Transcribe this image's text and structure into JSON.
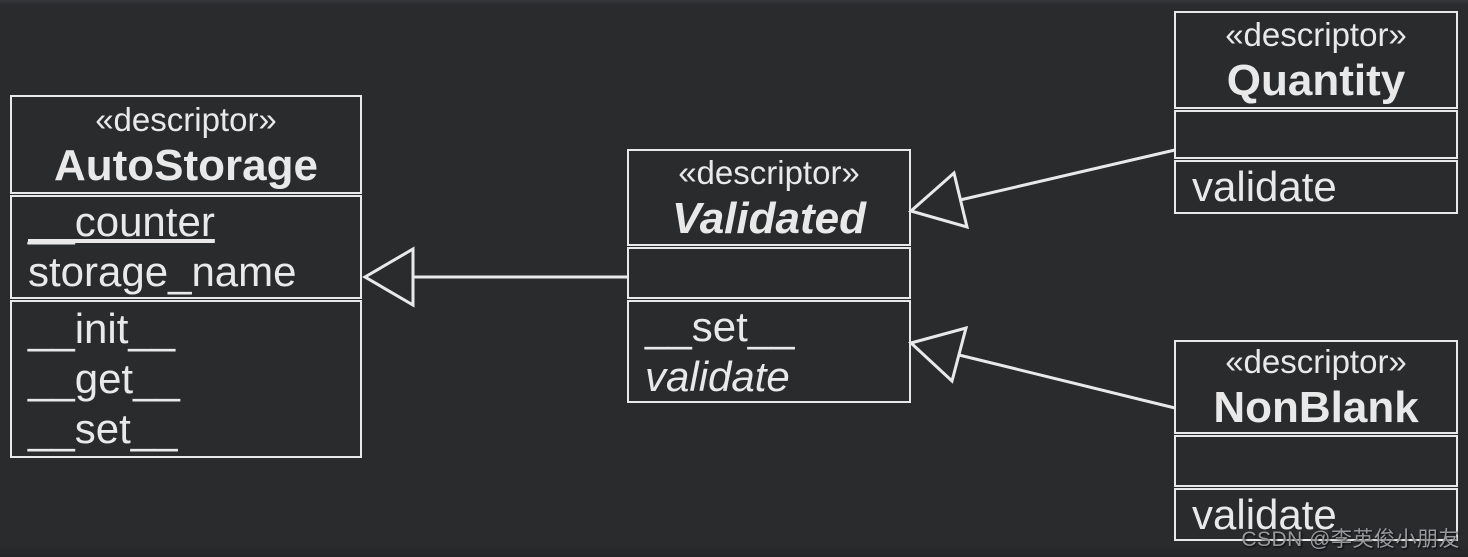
{
  "diagram": {
    "type": "uml-class-diagram",
    "background_color": "#292b2d",
    "line_color": "#e9e9e9",
    "text_color": "#e9e9e9"
  },
  "classes": [
    {
      "key": "autostorage",
      "stereotype": "«descriptor»",
      "name": "AutoStorage",
      "abstract": false,
      "attributes": [
        {
          "text": "__counter",
          "underline": true
        },
        {
          "text": "storage_name",
          "underline": false
        }
      ],
      "methods": [
        {
          "text": "__init__",
          "italic": false
        },
        {
          "text": "__get__",
          "italic": false
        },
        {
          "text": "__set__",
          "italic": false
        }
      ]
    },
    {
      "key": "validated",
      "stereotype": "«descriptor»",
      "name": "Validated",
      "abstract": true,
      "attributes": [],
      "methods": [
        {
          "text": "__set__",
          "italic": false
        },
        {
          "text": "validate",
          "italic": true
        }
      ]
    },
    {
      "key": "quantity",
      "stereotype": "«descriptor»",
      "name": "Quantity",
      "abstract": false,
      "attributes": [],
      "methods": [
        {
          "text": "validate",
          "italic": false
        }
      ]
    },
    {
      "key": "nonblank",
      "stereotype": "«descriptor»",
      "name": "NonBlank",
      "abstract": false,
      "attributes": [],
      "methods": [
        {
          "text": "validate",
          "italic": false
        }
      ]
    }
  ],
  "relationships": [
    {
      "type": "generalization",
      "from": "Validated",
      "to": "AutoStorage"
    },
    {
      "type": "generalization",
      "from": "Quantity",
      "to": "Validated"
    },
    {
      "type": "generalization",
      "from": "NonBlank",
      "to": "Validated"
    }
  ],
  "watermark": "CSDN @李英俊小朋友"
}
